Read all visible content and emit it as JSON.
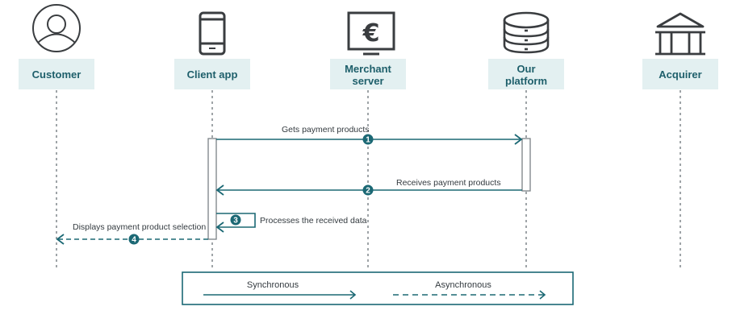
{
  "colors": {
    "accent": "#1b6874",
    "actor_box": "#e3f0f1",
    "actor_label": "#1e5f6b",
    "icon": "#3a3d40",
    "lifeline": "#6b7378",
    "activation_border": "#7b8186",
    "text": "#333a3f"
  },
  "actors": [
    {
      "id": "customer",
      "label_lines": [
        "Customer"
      ],
      "icon": "user-circle-icon"
    },
    {
      "id": "client-app",
      "label_lines": [
        "Client app"
      ],
      "icon": "smartphone-icon"
    },
    {
      "id": "merchant-server",
      "label_lines": [
        "Merchant",
        "server"
      ],
      "icon": "monitor-euro-icon"
    },
    {
      "id": "our-platform",
      "label_lines": [
        "Our",
        "platform"
      ],
      "icon": "database-icon"
    },
    {
      "id": "acquirer",
      "label_lines": [
        "Acquirer"
      ],
      "icon": "bank-building-icon"
    }
  ],
  "messages": [
    {
      "step": "1",
      "label": "Gets payment products",
      "from": "client-app",
      "to": "our-platform",
      "type": "synchronous"
    },
    {
      "step": "2",
      "label": "Receives payment products",
      "from": "our-platform",
      "to": "client-app",
      "type": "synchronous"
    },
    {
      "step": "3",
      "label": "Processes the received data",
      "from": "client-app",
      "to": "client-app",
      "type": "synchronous"
    },
    {
      "step": "4",
      "label": "Displays payment product selection",
      "from": "client-app",
      "to": "customer",
      "type": "asynchronous"
    }
  ],
  "legend": {
    "synchronous_label": "Synchronous",
    "asynchronous_label": "Asynchronous"
  }
}
